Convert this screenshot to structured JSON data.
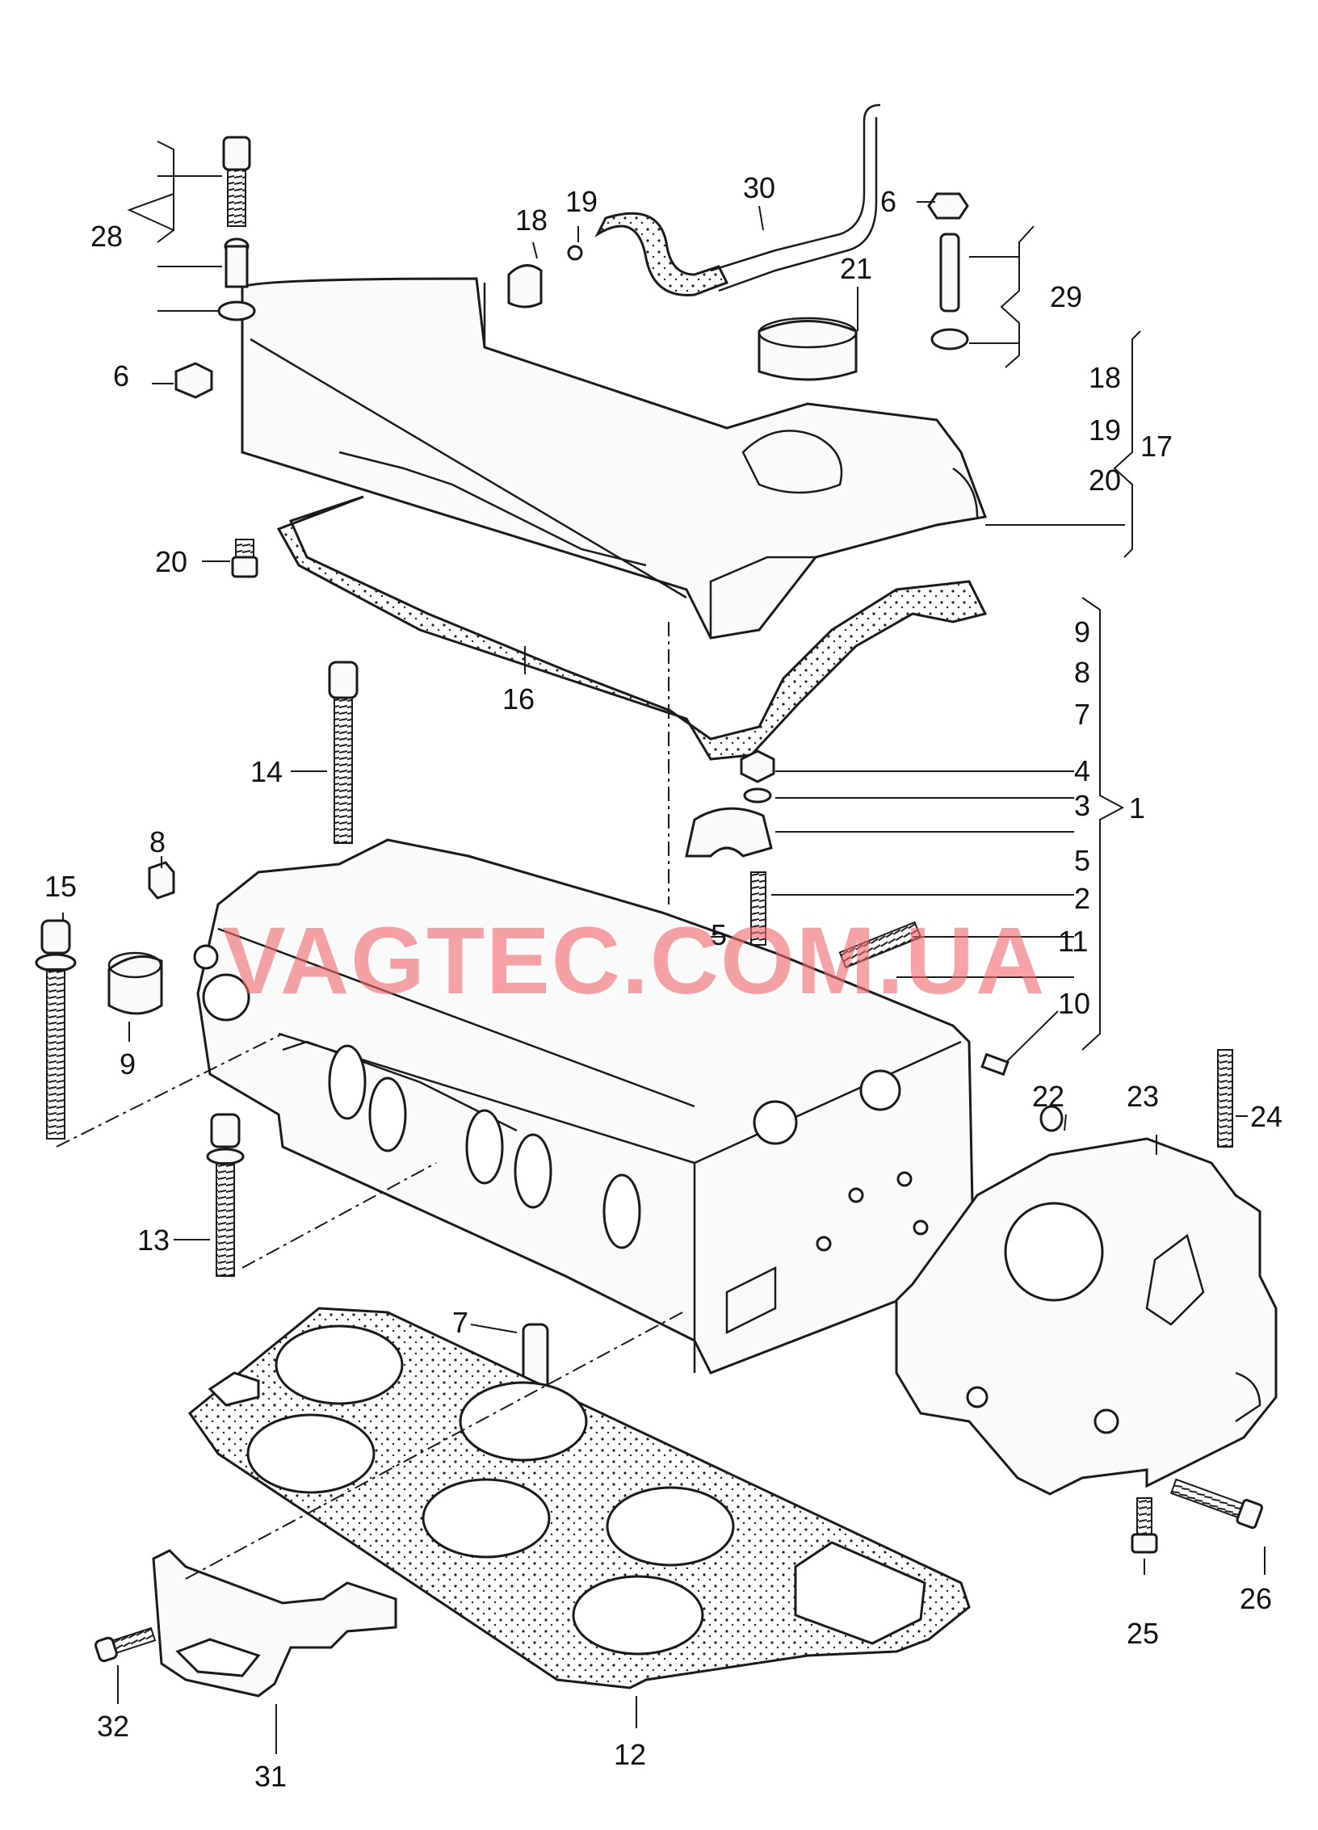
{
  "watermark": "VAGTEC.COM.UA",
  "callouts": {
    "c1": "1",
    "c2": "2",
    "c3": "3",
    "c4": "4",
    "c5a": "5",
    "c5b": "5",
    "c6a": "6",
    "c6b": "6",
    "c7a": "7",
    "c7b": "7",
    "c8a": "8",
    "c8b": "8",
    "c9a": "9",
    "c9b": "9",
    "c10": "10",
    "c11": "11",
    "c12": "12",
    "c13": "13",
    "c14": "14",
    "c15": "15",
    "c16": "16",
    "c17": "17",
    "c18a": "18",
    "c18b": "18",
    "c19a": "19",
    "c19b": "19",
    "c20a": "20",
    "c20b": "20",
    "c21": "21",
    "c22": "22",
    "c23": "23",
    "c24": "24",
    "c25": "25",
    "c26": "26",
    "c28": "28",
    "c29": "29",
    "c30": "30",
    "c31": "31",
    "c32": "32"
  },
  "colors": {
    "line": "#1a1a1a",
    "watermark": "#f06a73",
    "background": "#ffffff"
  }
}
